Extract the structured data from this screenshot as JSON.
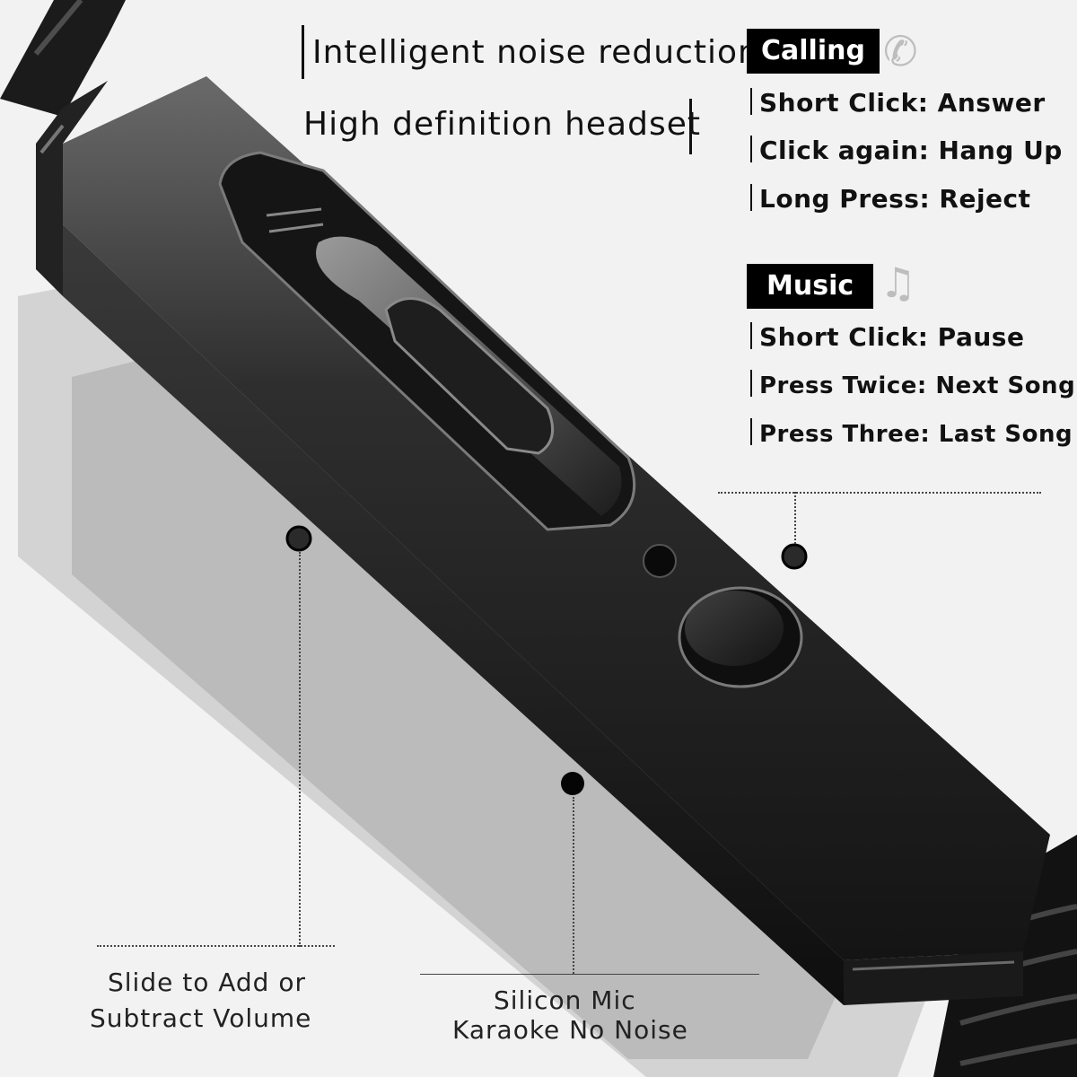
{
  "headlines": {
    "noise_reduction": "Intelligent noise reduction",
    "hd_headset": "High definition headset"
  },
  "calling": {
    "tag": "Calling",
    "icon": "phone-icon",
    "items": [
      "Short Click: Answer",
      "Click again: Hang Up",
      "Long Press: Reject"
    ]
  },
  "music": {
    "tag": "Music",
    "icon": "music-note-icon",
    "items": [
      "Short Click: Pause",
      "Press Twice: Next Song",
      "Press Three: Last Song"
    ]
  },
  "captions": {
    "volume_line1": "Slide to Add or",
    "volume_line2": "Subtract Volume",
    "mic_line1": "Silicon Mic",
    "mic_line2": "Karaoke No Noise"
  },
  "colors": {
    "background": "#f2f2f2",
    "device_body": "#2a2a2a",
    "tag_background": "#000000",
    "tag_text": "#ffffff"
  }
}
